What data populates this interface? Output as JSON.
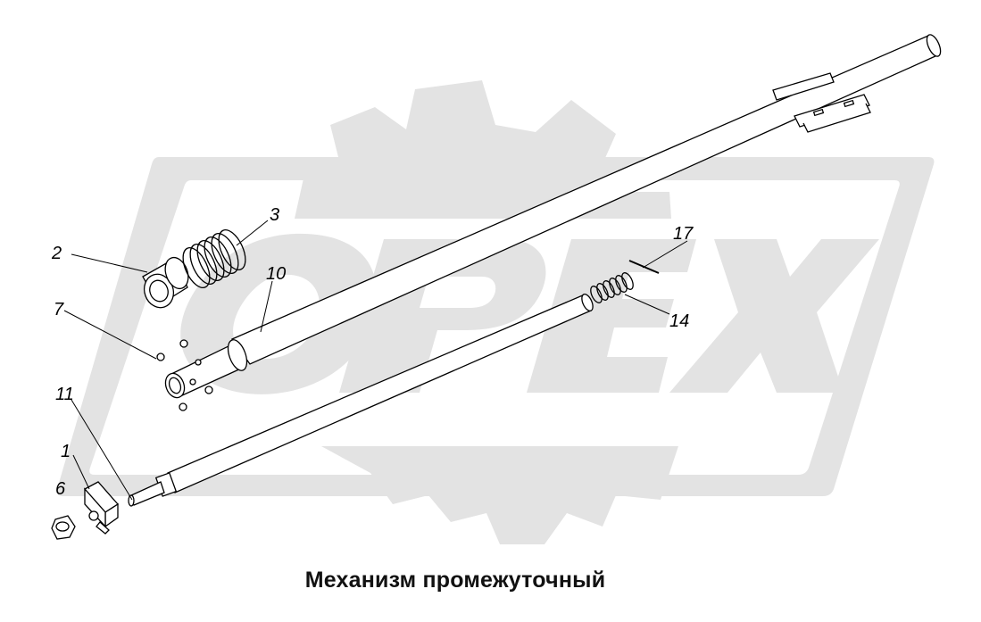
{
  "caption": "Механизм промежуточный",
  "watermark": {
    "text": "OPEX",
    "color": "#e3e3e3"
  },
  "callouts": [
    {
      "id": "callout-2",
      "label": "2"
    },
    {
      "id": "callout-3",
      "label": "3"
    },
    {
      "id": "callout-10",
      "label": "10"
    },
    {
      "id": "callout-7",
      "label": "7"
    },
    {
      "id": "callout-17",
      "label": "17"
    },
    {
      "id": "callout-14",
      "label": "14"
    },
    {
      "id": "callout-11",
      "label": "11"
    },
    {
      "id": "callout-1",
      "label": "1"
    },
    {
      "id": "callout-6",
      "label": "6"
    }
  ],
  "colors": {
    "line": "#000000",
    "watermark": "#e3e3e3"
  }
}
